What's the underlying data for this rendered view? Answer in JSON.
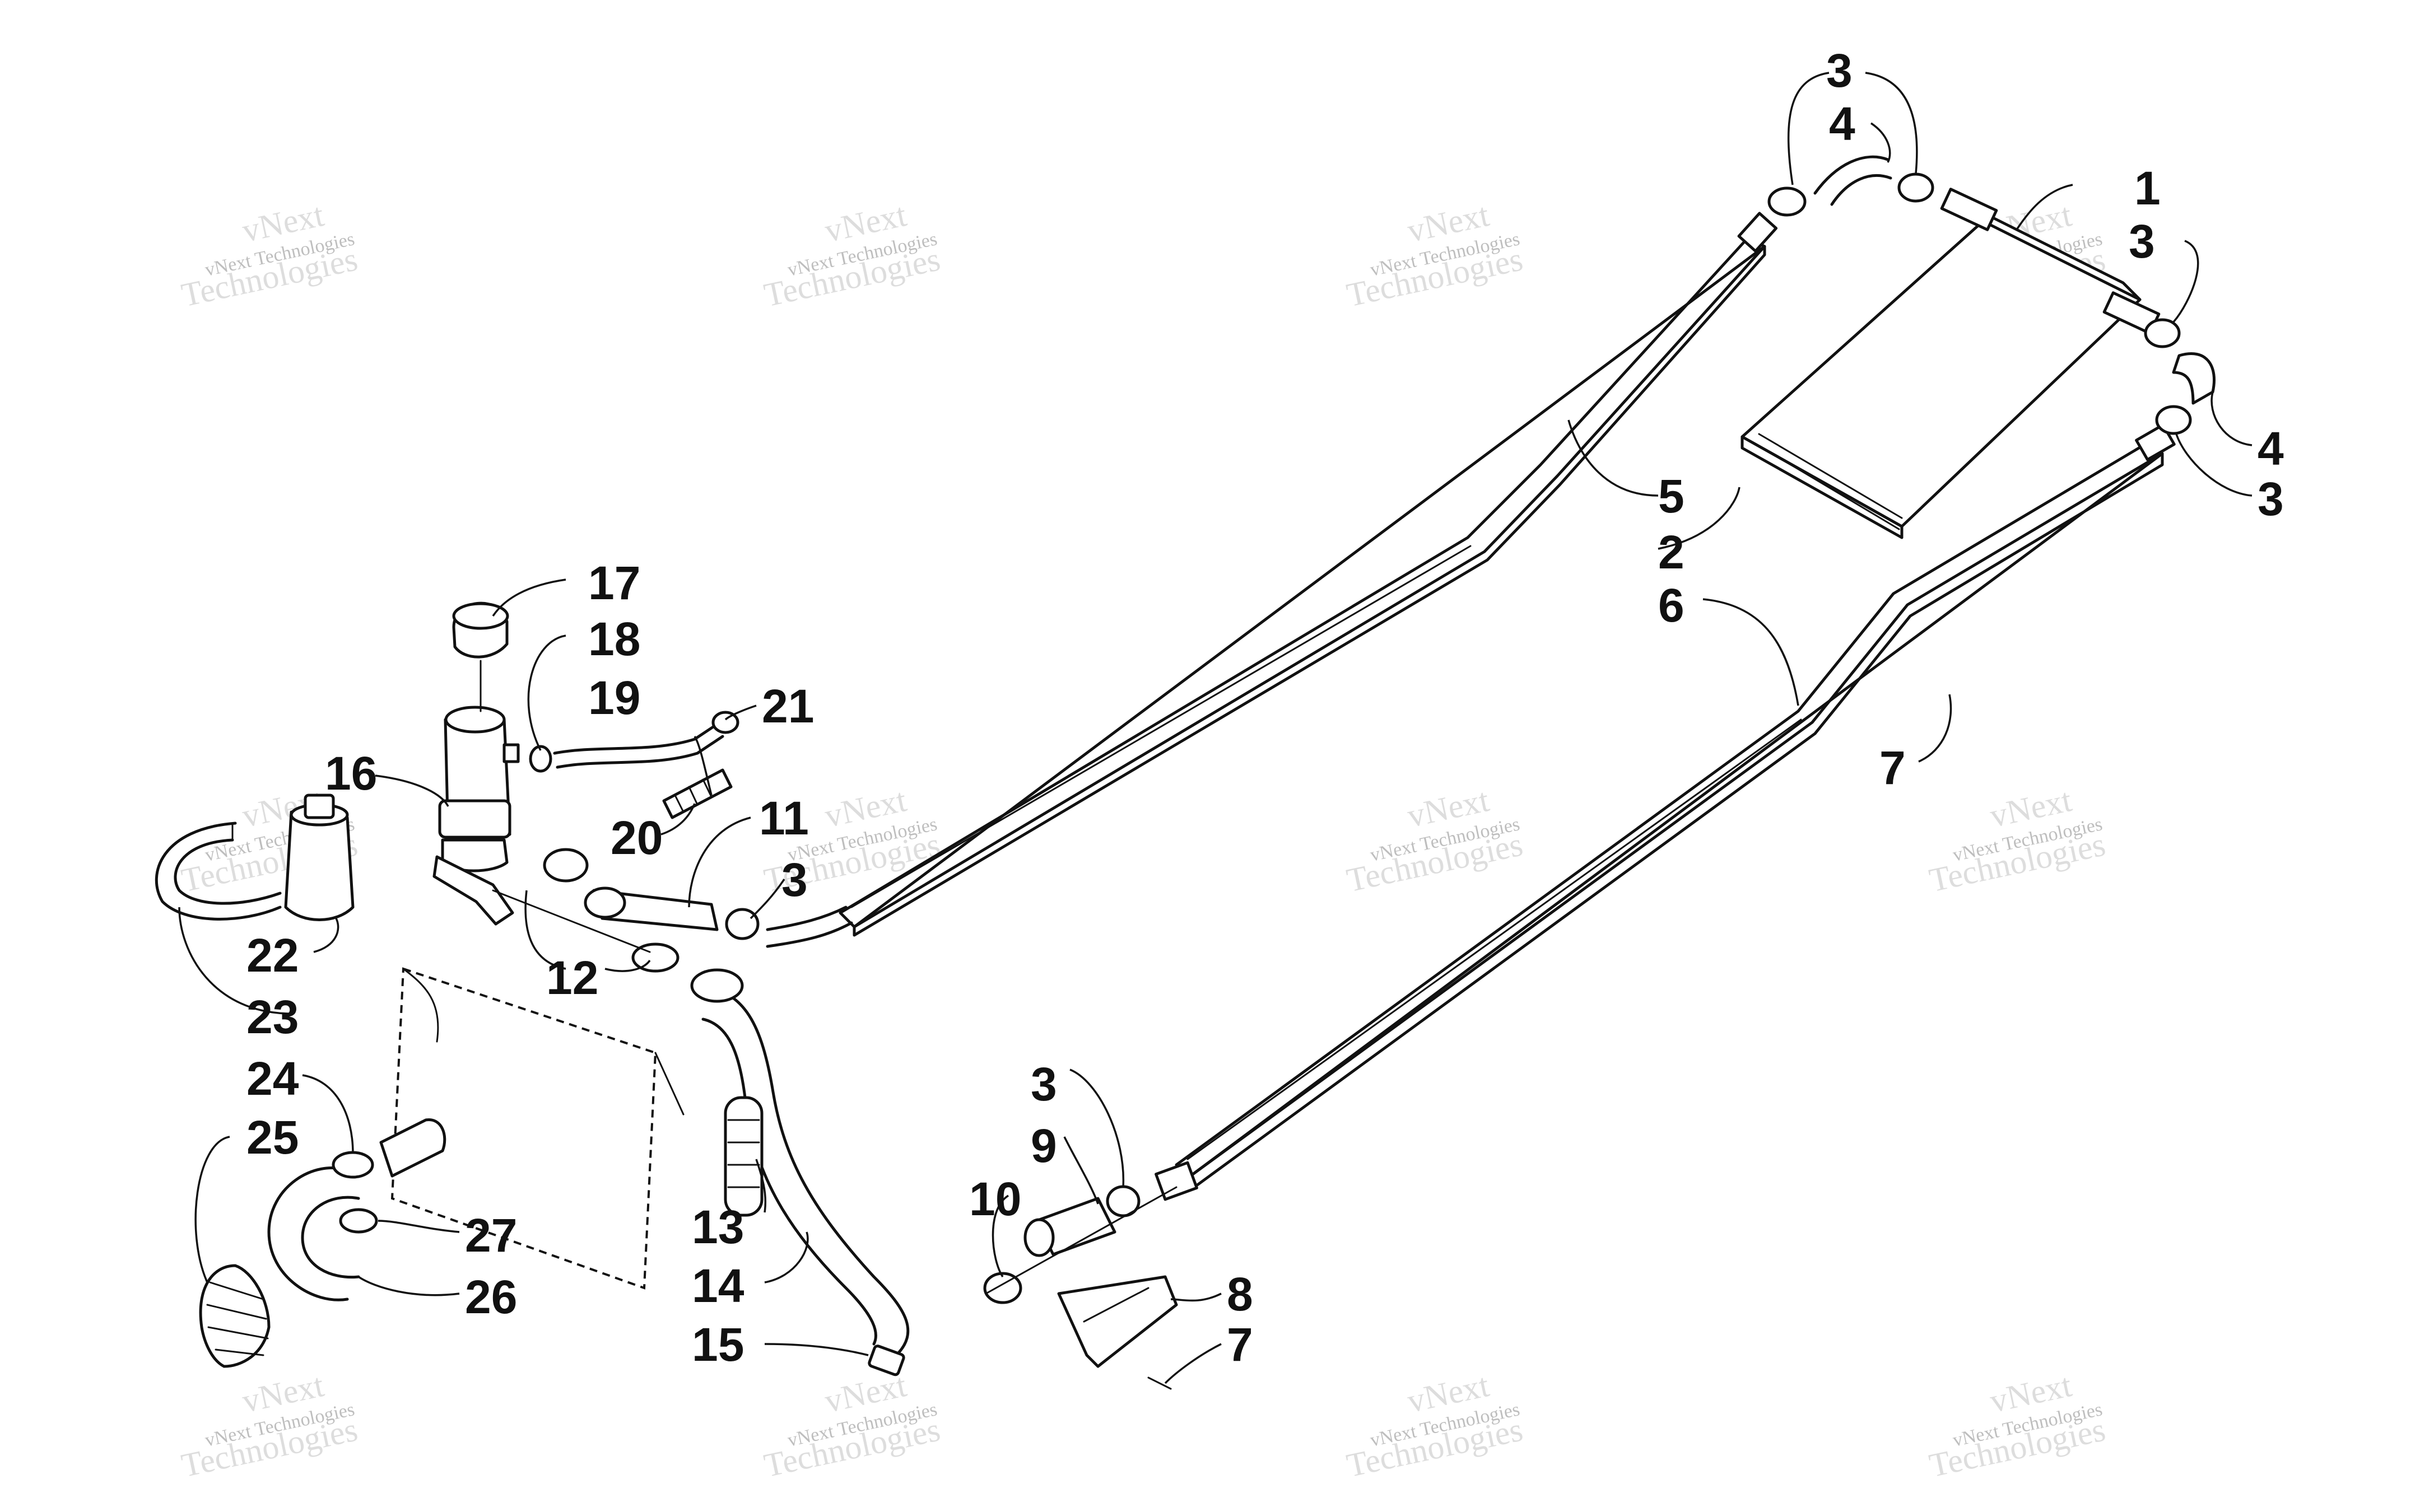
{
  "diagram": {
    "callouts": [
      {
        "id": "c1",
        "label": "1"
      },
      {
        "id": "c2",
        "label": "2"
      },
      {
        "id": "c3a",
        "label": "3"
      },
      {
        "id": "c3b",
        "label": "3"
      },
      {
        "id": "c3c",
        "label": "3"
      },
      {
        "id": "c3d",
        "label": "3"
      },
      {
        "id": "c3e",
        "label": "3"
      },
      {
        "id": "c4a",
        "label": "4"
      },
      {
        "id": "c4b",
        "label": "4"
      },
      {
        "id": "c5",
        "label": "5"
      },
      {
        "id": "c6",
        "label": "6"
      },
      {
        "id": "c7a",
        "label": "7"
      },
      {
        "id": "c7b",
        "label": "7"
      },
      {
        "id": "c8",
        "label": "8"
      },
      {
        "id": "c9",
        "label": "9"
      },
      {
        "id": "c10",
        "label": "10"
      },
      {
        "id": "c11",
        "label": "11"
      },
      {
        "id": "c12",
        "label": "12"
      },
      {
        "id": "c13",
        "label": "13"
      },
      {
        "id": "c14",
        "label": "14"
      },
      {
        "id": "c15",
        "label": "15"
      },
      {
        "id": "c16",
        "label": "16"
      },
      {
        "id": "c17",
        "label": "17"
      },
      {
        "id": "c18",
        "label": "18"
      },
      {
        "id": "c19",
        "label": "19"
      },
      {
        "id": "c20",
        "label": "20"
      },
      {
        "id": "c21",
        "label": "21"
      },
      {
        "id": "c22",
        "label": "22"
      },
      {
        "id": "c23",
        "label": "23"
      },
      {
        "id": "c24",
        "label": "24"
      },
      {
        "id": "c25",
        "label": "25"
      },
      {
        "id": "c26",
        "label": "26"
      },
      {
        "id": "c27",
        "label": "27"
      }
    ],
    "watermark": {
      "line1": "vNext Technologies",
      "line2": "vNext",
      "line3": "Technologies"
    }
  }
}
